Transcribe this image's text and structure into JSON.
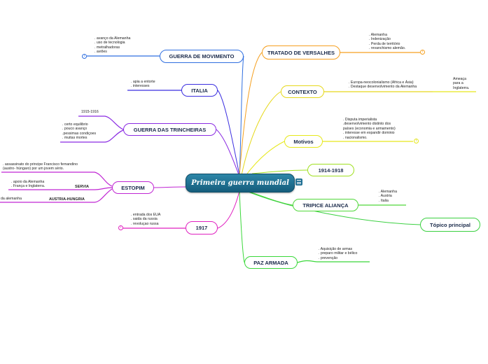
{
  "central": {
    "title": "Primeira guerra mundial"
  },
  "branches": [
    {
      "id": "movimento",
      "label": "GUERRA DE MOVIMENTO",
      "color": "#2f6fe0",
      "note": ". avanço da Alemanha\n. uso de tecnologia\n. metralhadoras\n. aviões"
    },
    {
      "id": "italia",
      "label": "ITALIA",
      "color": "#3b2fe0",
      "note": ". apia a entorte\n. interesses"
    },
    {
      "id": "trincheiras",
      "label": "GUERRA DAS TRINCHEIRAS",
      "color": "#8a2be2",
      "date": "1915-1916",
      "note": ". certo equilibrio\n. pouco avanço\n.pessimas condiçoes\n. muitas mortes"
    },
    {
      "id": "estopim",
      "label": "ESTOPIM",
      "color": "#c026d3",
      "note": ". assassinato do principe Francisco fernandino\n(austro- húngaro) por um jovem sério.",
      "sub": [
        {
          "label": "SERVIA",
          "note": ". apoio da Alemanha\n. França e Inglaterra."
        },
        {
          "label": "AUSTRIA-HUNGRIA",
          "note": "da alemanha"
        }
      ]
    },
    {
      "id": "y1917",
      "label": "1917",
      "color": "#e020c0",
      "note": ". entrada dos EUA\n. saida da russia\n. revoluçao russa"
    },
    {
      "id": "versalhes",
      "label": "TRATADO DE VERSALHES",
      "color": "#f5a020",
      "note": ". Alemanha\n. Indenização\n. Perda de território\n. revanchismo alemão."
    },
    {
      "id": "contexto",
      "label": "CONTEXTO",
      "color": "#e6d81a",
      "note": ". Europa-neocolonialismo (Africa e Ásia)\n. Destaque desenvolvimento da Alemanha",
      "extra": "Ameaça\npara a\nInglaterra."
    },
    {
      "id": "motivos",
      "label": "Motivos",
      "color": "#e6e81a",
      "note": ". Disputa imperialista\n.desenvolvimento distinto dos\npaíses (economia e armamento)\n. interesse em expandir dominio\n. nacionalismo."
    },
    {
      "id": "y1914",
      "label": "1914-1918",
      "color": "#a0e020"
    },
    {
      "id": "triplice",
      "label": "TRIPICE ALIANÇA",
      "color": "#50d83a",
      "note": ". Alemanha\n. Austria\n. Italia"
    },
    {
      "id": "topico",
      "label": "Tópico principal",
      "color": "#3ad040"
    },
    {
      "id": "pazarmada",
      "label": "PAZ ARMADA",
      "color": "#3ad83a",
      "note": ". Aquisição de armas\n. preparo militar e bélico\n. prevenção"
    }
  ]
}
